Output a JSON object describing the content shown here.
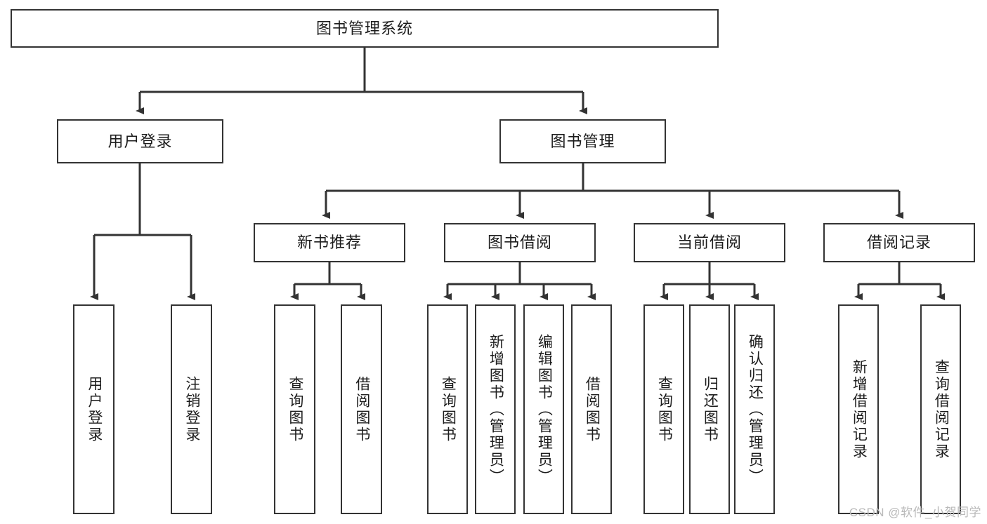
{
  "diagram": {
    "title_node": {
      "label": "图书管理系统"
    },
    "level2": [
      {
        "id": "user-login",
        "label": "用户登录"
      },
      {
        "id": "book-manage",
        "label": "图书管理"
      }
    ],
    "level3": [
      {
        "id": "new-book-recommend",
        "label": "新书推荐"
      },
      {
        "id": "book-borrow",
        "label": "图书借阅"
      },
      {
        "id": "current-borrow",
        "label": "当前借阅"
      },
      {
        "id": "borrow-record",
        "label": "借阅记录"
      }
    ],
    "leaves": [
      {
        "id": "leaf-user-login",
        "label": "用户登录"
      },
      {
        "id": "leaf-logout-login",
        "label": "注销登录"
      },
      {
        "id": "leaf-query-book-1",
        "label": "查询图书"
      },
      {
        "id": "leaf-borrow-book-1",
        "label": "借阅图书"
      },
      {
        "id": "leaf-query-book-2",
        "label": "查询图书"
      },
      {
        "id": "leaf-add-book",
        "label": "新增图书（管理员）"
      },
      {
        "id": "leaf-edit-book",
        "label": "编辑图书（管理员）"
      },
      {
        "id": "leaf-borrow-book-2",
        "label": "借阅图书"
      },
      {
        "id": "leaf-query-book-3",
        "label": "查询图书"
      },
      {
        "id": "leaf-return-book",
        "label": "归还图书"
      },
      {
        "id": "leaf-confirm-return",
        "label": "确认归还（管理员）"
      },
      {
        "id": "leaf-add-record",
        "label": "新增借阅记录"
      },
      {
        "id": "leaf-query-record",
        "label": "查询借阅记录"
      }
    ],
    "watermark": "CSDN @软件_小贺同学",
    "colors": {
      "background": "#ffffff",
      "box_border": "#333333",
      "connector": "#333333",
      "text": "#1c1c1c",
      "watermark": "#b9b9b9"
    }
  }
}
